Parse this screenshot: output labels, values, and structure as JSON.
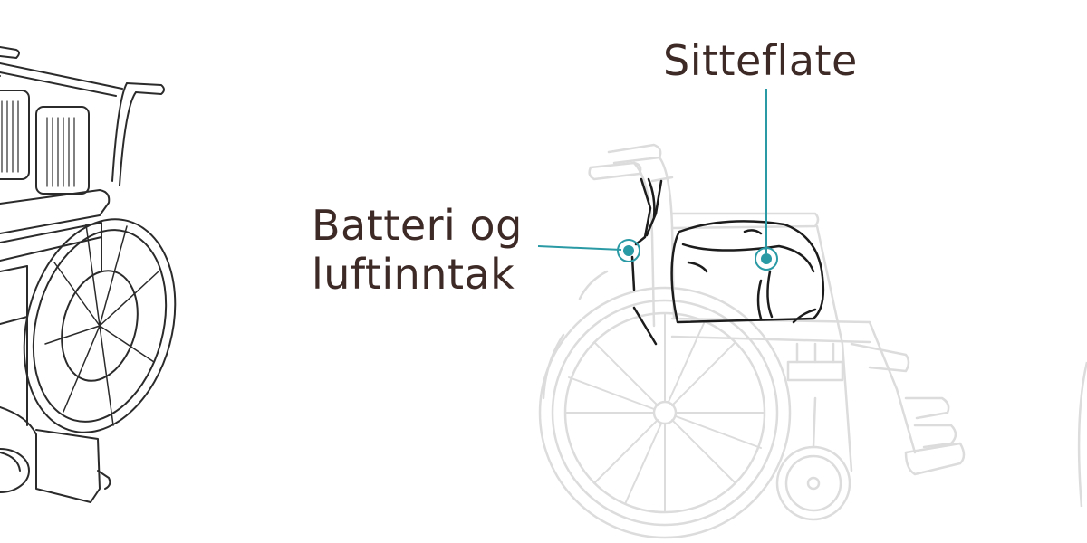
{
  "callouts": {
    "seat": {
      "label": "Sitteflate"
    },
    "battery": {
      "line1": "Batteri og",
      "line2": "luftinntak"
    }
  },
  "colors": {
    "accent": "#2a9aa5",
    "text": "#3d2a26",
    "line_dark": "#2b2b2b",
    "line_faded": "#dcdcdc"
  },
  "icons": {
    "left": "wheelchair-illustration",
    "center": "wheelchair-with-seat-cushion-illustration"
  }
}
